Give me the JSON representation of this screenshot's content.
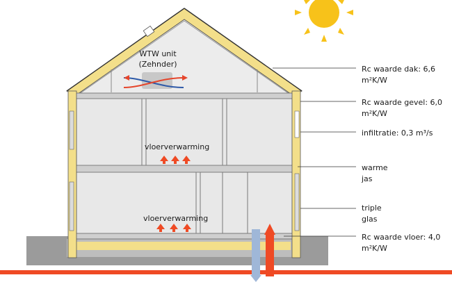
{
  "wtw_unit": {
    "line1": "WTW unit",
    "line2": "(Zehnder)"
  },
  "floor_heating": {
    "upper": "vloerverwarming",
    "lower": "vloerverwarming"
  },
  "annotations": {
    "roof": {
      "line1": "Rc waarde dak: 6,6",
      "line2": "m²K/W"
    },
    "facade": {
      "line1": "Rc waarde gevel: 6,0",
      "line2": "m²K/W"
    },
    "infiltration": {
      "line1": "infiltratie: 0,3 m³/s"
    },
    "warm_coat": {
      "line1": "warme",
      "line2": "jas"
    },
    "triple_glass": {
      "line1": "triple",
      "line2": "glas"
    },
    "floor": {
      "line1": "Rc waarde vloer: 4,0",
      "line2": "m²K/W"
    }
  },
  "colors": {
    "insulation": "#f3df8a",
    "wall": "#e6e6e6",
    "ground": "#9b9b9b",
    "heat_arrow": "#ef4a24",
    "cold_arrow": "#9fb7d8",
    "sun": "#f7c21a",
    "duct_red": "#e5452b",
    "duct_blue": "#2f5aa8"
  }
}
